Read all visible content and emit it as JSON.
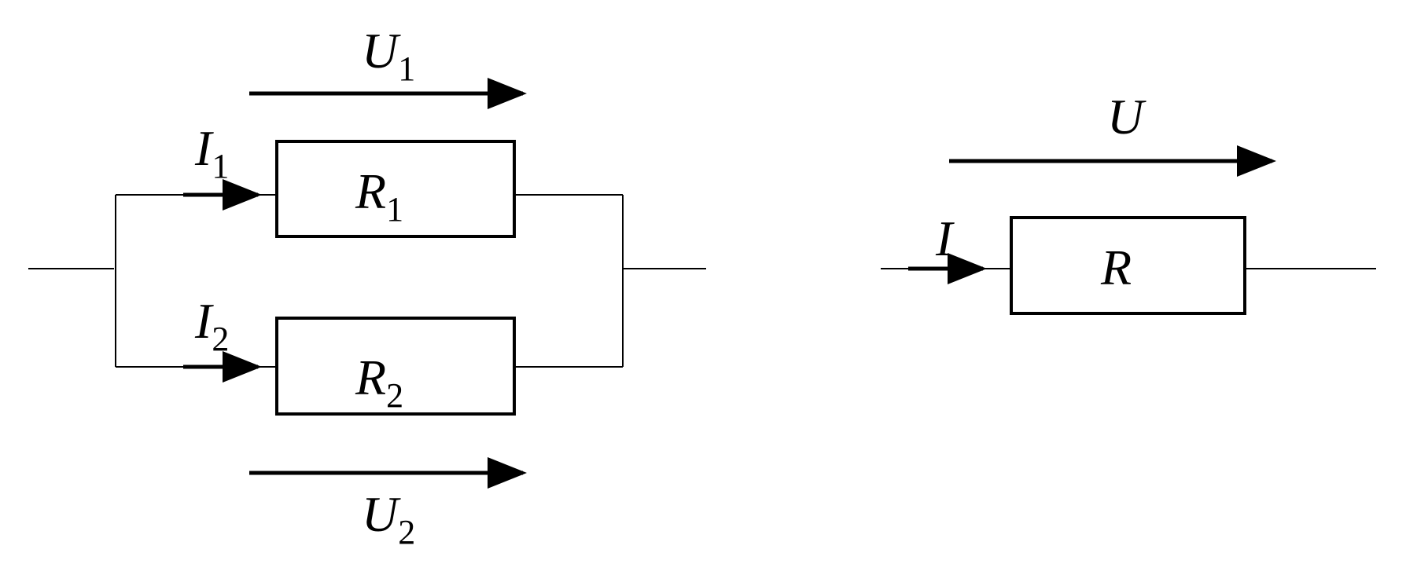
{
  "parallel_circuit": {
    "resistor_1": {
      "symbol": "R",
      "index": "1"
    },
    "resistor_2": {
      "symbol": "R",
      "index": "2"
    },
    "current_1": {
      "symbol": "I",
      "index": "1"
    },
    "current_2": {
      "symbol": "I",
      "index": "2"
    },
    "voltage_1": {
      "symbol": "U",
      "index": "1"
    },
    "voltage_2": {
      "symbol": "U",
      "index": "2"
    }
  },
  "equivalent_circuit": {
    "resistor": {
      "symbol": "R"
    },
    "current": {
      "symbol": "I"
    },
    "voltage": {
      "symbol": "U"
    }
  }
}
